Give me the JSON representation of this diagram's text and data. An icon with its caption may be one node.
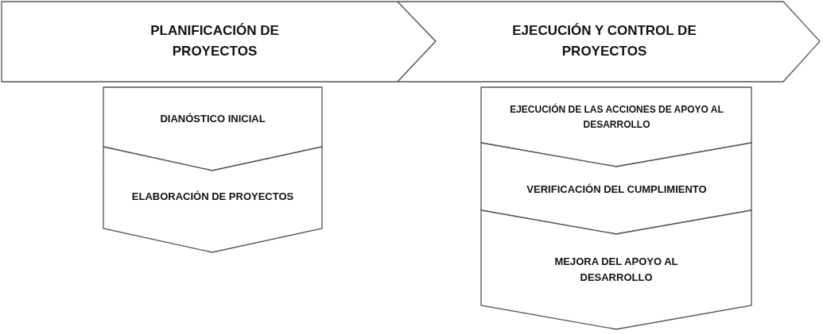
{
  "diagram": {
    "nodes": [
      {
        "text": [
          "PLANIFICACIÓN DE PROYECTOS"
        ]
      },
      {
        "text": [
          "EJECUCIÓN Y CONTROL DE PROYECTOS"
        ]
      },
      {
        "text": [
          "DIANÓSTICO INICIAL"
        ]
      },
      {
        "text": [
          "ELABORACIÓN DE PROYECTOS"
        ]
      },
      {
        "text": [
          "EJECUCIÓN DE LAS ACCIONES DE APOYO AL DESARROLLO"
        ]
      },
      {
        "text": [
          "VERIFICACIÓN DEL CUMPLIMIENTO"
        ]
      },
      {
        "text": [
          "MEJORA DEL APOYO AL DESARROLLO"
        ]
      }
    ]
  }
}
